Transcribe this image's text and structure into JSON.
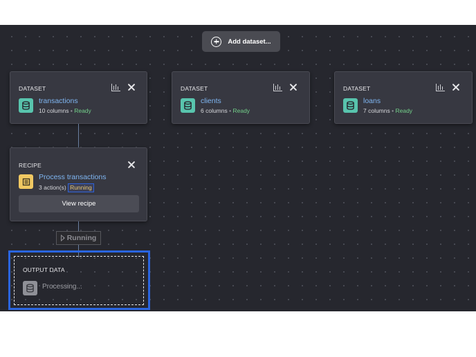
{
  "toolbar": {
    "add_dataset_label": "Add dataset..."
  },
  "datasets": [
    {
      "type_label": "DATASET",
      "name": "transactions",
      "columns": "10 columns",
      "status": "Ready"
    },
    {
      "type_label": "DATASET",
      "name": "clients",
      "columns": "6 columns",
      "status": "Ready"
    },
    {
      "type_label": "DATASET",
      "name": "loans",
      "columns": "7 columns",
      "status": "Ready"
    }
  ],
  "recipe": {
    "type_label": "RECIPE",
    "name": "Process transactions",
    "actions": "3 action(s)",
    "status": "Running",
    "view_button": "View recipe"
  },
  "run_status": {
    "label": "Running"
  },
  "output": {
    "type_label": "OUTPUT DATA",
    "status": "Processing..."
  },
  "colors": {
    "canvas_bg": "#26272e",
    "card_bg": "#373841",
    "dataset_icon": "#58c4ad",
    "recipe_icon": "#f0c862",
    "link": "#7fb6f2",
    "ready": "#73d08a",
    "highlight": "#2a65e0"
  },
  "icons": {
    "add": "plus-circle-icon",
    "dataset": "database-icon",
    "recipe": "recipe-list-icon",
    "stats": "bar-chart-icon",
    "remove": "close-icon",
    "run": "play-icon"
  }
}
